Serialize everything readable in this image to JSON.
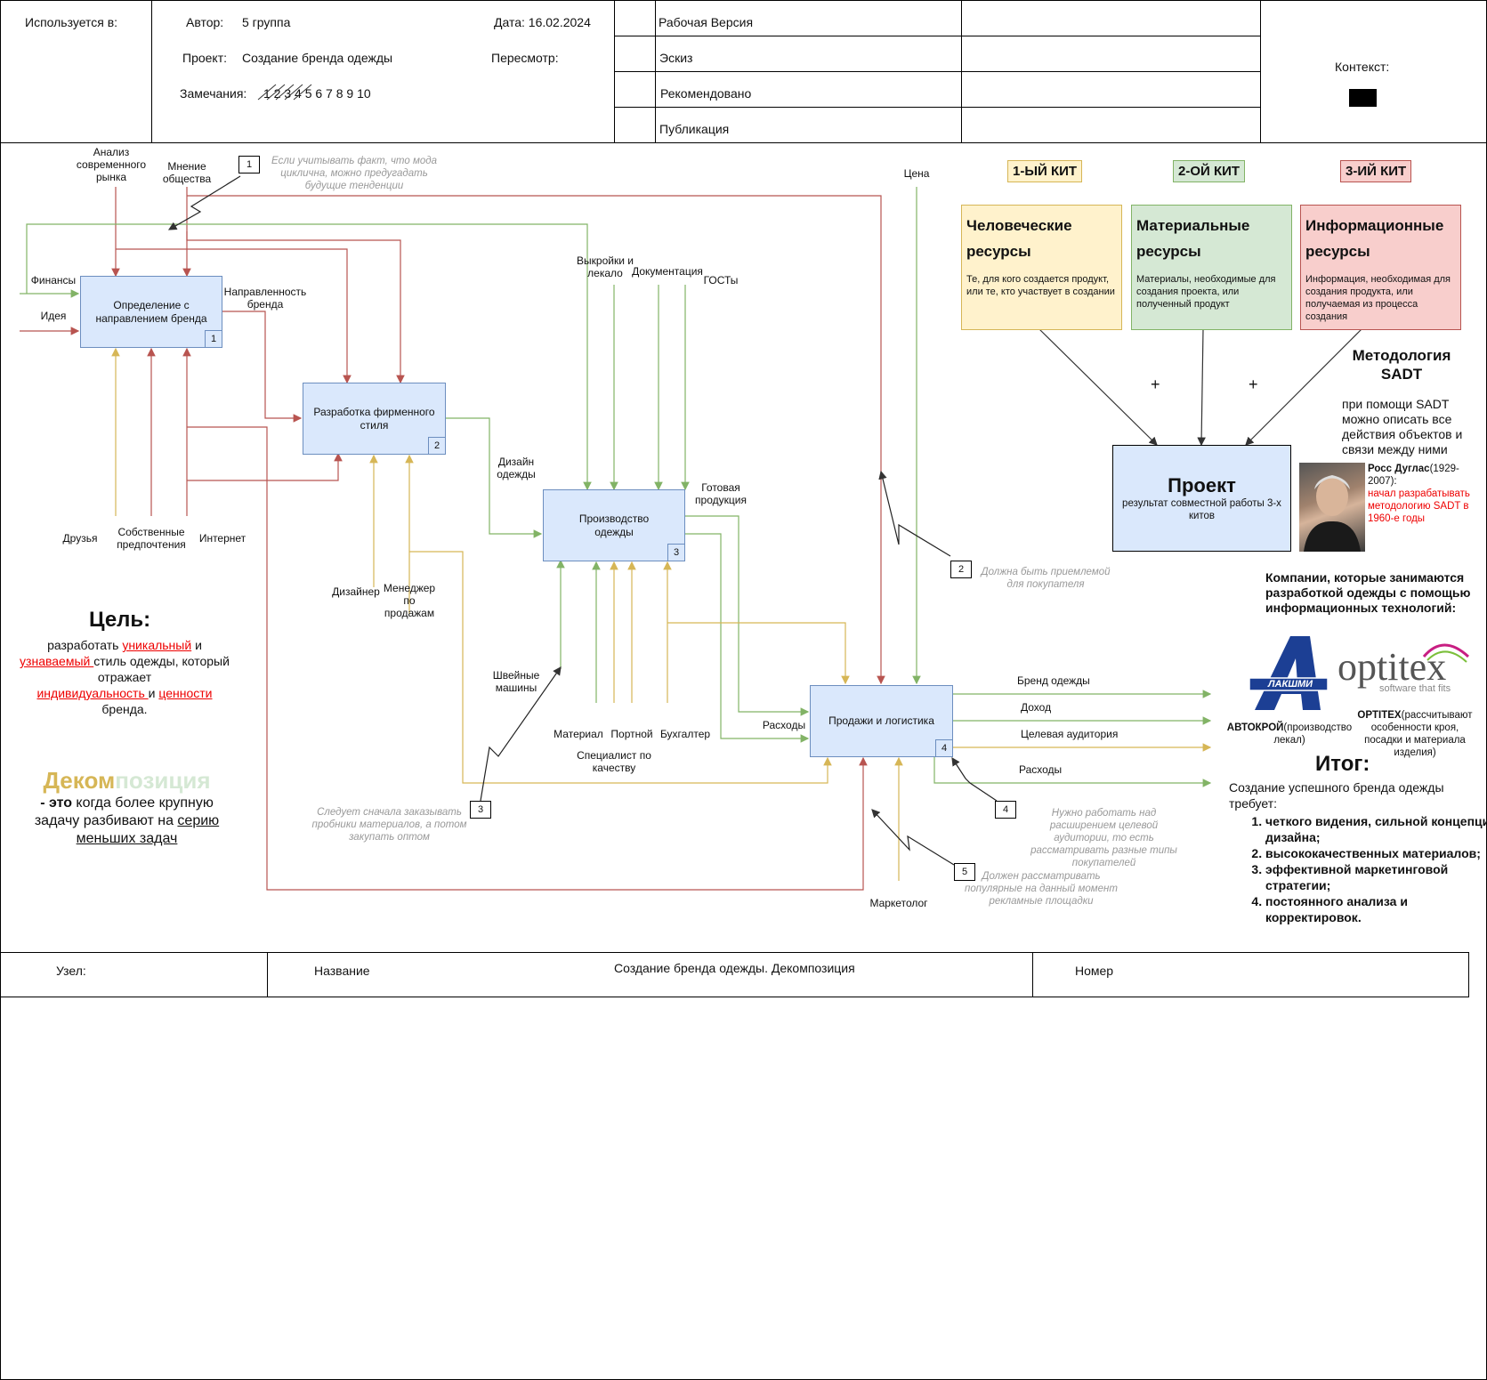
{
  "header": {
    "used_in_label": "Используется в:",
    "author_label": "Автор:",
    "author_value": "5 группа",
    "date_label": "Дата: 16.02.2024",
    "project_label": "Проект:",
    "project_value": "Создание бренда одежды",
    "revision_label": "Пересмотр:",
    "notes_label": "Замечания:",
    "notes_value": "1 2 3 4 5 6 7 8 9 10",
    "statuses": [
      "Рабочая Версия",
      "Эскиз",
      "Рекомендовано",
      "Публикация"
    ],
    "context_label": "Контекст:"
  },
  "boxes": [
    {
      "title": "Определение с направлением бренда",
      "num": "1"
    },
    {
      "title": "Разработка фирменного стиля",
      "num": "2"
    },
    {
      "title": "Производство одежды",
      "num": "3"
    },
    {
      "title": "Продажи и логистика",
      "num": "4"
    }
  ],
  "arrow_labels": {
    "analysis": "Анализ современного рынка",
    "opinion": "Мнение общества",
    "finance": "Финансы",
    "idea": "Идея",
    "direction": "Направленность бренда",
    "friends": "Друзья",
    "own_prefs": "Собственные предпочтения",
    "internet": "Интернет",
    "designer": "Дизайнер",
    "manager": "Менеджер по продажам",
    "design": "Дизайн одежды",
    "patterns": "Выкройки и лекало",
    "docs": "Документация",
    "gosts": "ГОСТы",
    "finished": "Готовая продукция",
    "price": "Цена",
    "sewing": "Швейные машины",
    "material": "Материал",
    "tailor": "Портной",
    "accountant": "Бухгалтер",
    "qa": "Специалист по качеству",
    "expenses_in": "Расходы",
    "marketer": "Маркетолог",
    "out_brand": "Бренд одежды",
    "out_income": "Доход",
    "out_audience": "Целевая аудитория",
    "out_expenses": "Расходы"
  },
  "notes": [
    {
      "num": "1",
      "text": "Если учитывать факт, что мода циклична, можно предугадать будущие тенденции"
    },
    {
      "num": "2",
      "text": "Должна быть приемлемой для покупателя"
    },
    {
      "num": "3",
      "text": "Следует сначала заказывать пробники материалов, а потом закупать оптом"
    },
    {
      "num": "4",
      "text": "Нужно работать над расширением целевой аудитории, то есть рассматривать разные типы покупателей"
    },
    {
      "num": "5",
      "text": "Должен рассматривать популярные на данный момент рекламные площадки"
    }
  ],
  "goal": {
    "title": "Цель:",
    "t1": "разработать ",
    "w1": "уникальный",
    "t2": " и",
    "w2": "узнаваемый ",
    "t3": "стиль одежды, который отражает",
    "w3": "индивидуальность ",
    "t4": "и ",
    "w4": "ценности",
    "t5": "бренда."
  },
  "decomposition": {
    "part1": "Деком",
    "part2": "позиция",
    "bold": "- это",
    "text1": " когда более крупную задачу разбивают на ",
    "u1": "серию меньших задач"
  },
  "kits": [
    {
      "label": "1-ЫЙ КИТ",
      "color": "#fff2cc",
      "border": "#d6b656"
    },
    {
      "label": "2-ОЙ КИТ",
      "color": "#d5e8d4",
      "border": "#82b366"
    },
    {
      "label": "3-ИЙ КИТ",
      "color": "#f8cecc",
      "border": "#b85450"
    }
  ],
  "resources": [
    {
      "title": "Человеческие ресурсы",
      "text": "Те, для кого создается продукт, или те, кто участвует в создании"
    },
    {
      "title": "Материальные ресурсы",
      "text": "Материалы, необходимые для создания проекта, или полученный продукт"
    },
    {
      "title": "Информационные ресурсы",
      "text": "Информация, необходимая для создания продукта, или получаемая из процесса создания"
    }
  ],
  "plus": "+",
  "project": {
    "title": "Проект",
    "subtitle": "результат совместной работы 3-х китов"
  },
  "sadt": {
    "title": "Методология SADT",
    "text": "при помощи SADT можно описать все действия объектов и связи между ними",
    "person_name": "Росс Дуглас",
    "person_years": "(1929-2007):",
    "person_fact": "начал разрабатывать методологию SADT в 1960-е годы"
  },
  "companies": {
    "title": "Компании, которые занимаются разработкой одежды с помощью информационных технологий:",
    "c1_logo": "ЛАКШМИ",
    "c1_name": "АВТОКРОЙ",
    "c1_desc": "(производство лекал)",
    "c2_logo": "optitex",
    "c2_tagline": "software that fits",
    "c2_name": "OPTITEX",
    "c2_desc": "(рассчитывают особенности кроя, посадки и материала изделия)"
  },
  "result": {
    "title": "Итог:",
    "intro": "Создание успешного бренда одежды требует:",
    "items": [
      "четкого видения, сильной концепции дизайна;",
      "высококачественных материалов;",
      "эффективной маркетинговой стратегии;",
      "постоянного анализа и корректировок."
    ]
  },
  "footer": {
    "node_label": "Узел:",
    "name_label": "Название",
    "name_value": "Создание бренда одежды. Декомпозиция",
    "number_label": "Номер"
  },
  "colors": {
    "red": "#b85450",
    "green": "#82b366",
    "yellow": "#d6b656",
    "box_fill": "#dae8fc",
    "box_border": "#6c8ebf"
  }
}
